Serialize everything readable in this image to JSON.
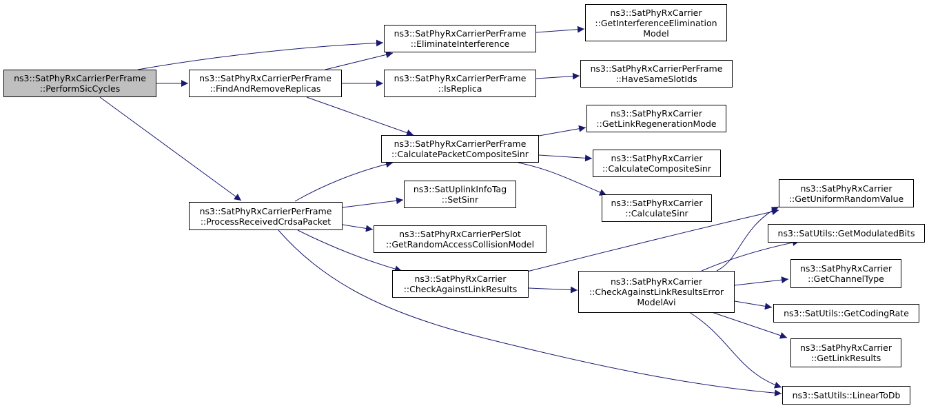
{
  "colors": {
    "edge": "#191970",
    "root_fill": "#bfbfbf",
    "node_fill": "#ffffff",
    "node_border": "#000000"
  },
  "nodes": {
    "perform_sic": {
      "line1": "ns3::SatPhyRxCarrierPerFrame",
      "line2": "::PerformSicCycles"
    },
    "find_remove": {
      "line1": "ns3::SatPhyRxCarrierPerFrame",
      "line2": "::FindAndRemoveReplicas"
    },
    "process_crdsa": {
      "line1": "ns3::SatPhyRxCarrierPerFrame",
      "line2": "::ProcessReceivedCrdsaPacket"
    },
    "eliminate": {
      "line1": "ns3::SatPhyRxCarrierPerFrame",
      "line2": "::EliminateInterference"
    },
    "is_replica": {
      "line1": "ns3::SatPhyRxCarrierPerFrame",
      "line2": "::IsReplica"
    },
    "calc_composite_sinr_pf": {
      "line1": "ns3::SatPhyRxCarrierPerFrame",
      "line2": "::CalculatePacketCompositeSinr"
    },
    "set_sinr": {
      "line1": "ns3::SatUplinkInfoTag",
      "line2": "::SetSinr"
    },
    "get_ra_collision": {
      "line1": "ns3::SatPhyRxCarrierPerSlot",
      "line2": "::GetRandomAccessCollisionModel"
    },
    "check_link_results": {
      "line1": "ns3::SatPhyRxCarrier",
      "line2": "::CheckAgainstLinkResults"
    },
    "get_interf_elim": {
      "line1": "ns3::SatPhyRxCarrier",
      "line2": "::GetInterferenceElimination",
      "line3": "Model"
    },
    "have_same_slot": {
      "line1": "ns3::SatPhyRxCarrierPerFrame",
      "line2": "::HaveSameSlotIds"
    },
    "get_link_regen": {
      "line1": "ns3::SatPhyRxCarrier",
      "line2": "::GetLinkRegenerationMode"
    },
    "calc_composite_sinr": {
      "line1": "ns3::SatPhyRxCarrier",
      "line2": "::CalculateCompositeSinr"
    },
    "calc_sinr": {
      "line1": "ns3::SatPhyRxCarrier",
      "line2": "::CalculateSinr"
    },
    "check_error_model": {
      "line1": "ns3::SatPhyRxCarrier",
      "line2": "::CheckAgainstLinkResultsError",
      "line3": "ModelAvi"
    },
    "get_uniform_random": {
      "line1": "ns3::SatPhyRxCarrier",
      "line2": "::GetUniformRandomValue"
    },
    "get_modulated_bits": {
      "line1": "ns3::SatUtils::GetModulatedBits"
    },
    "get_channel_type": {
      "line1": "ns3::SatPhyRxCarrier",
      "line2": "::GetChannelType"
    },
    "get_coding_rate": {
      "line1": "ns3::SatUtils::GetCodingRate"
    },
    "get_link_results": {
      "line1": "ns3::SatPhyRxCarrier",
      "line2": "::GetLinkResults"
    },
    "linear_to_db": {
      "line1": "ns3::SatUtils::LinearToDb"
    }
  }
}
